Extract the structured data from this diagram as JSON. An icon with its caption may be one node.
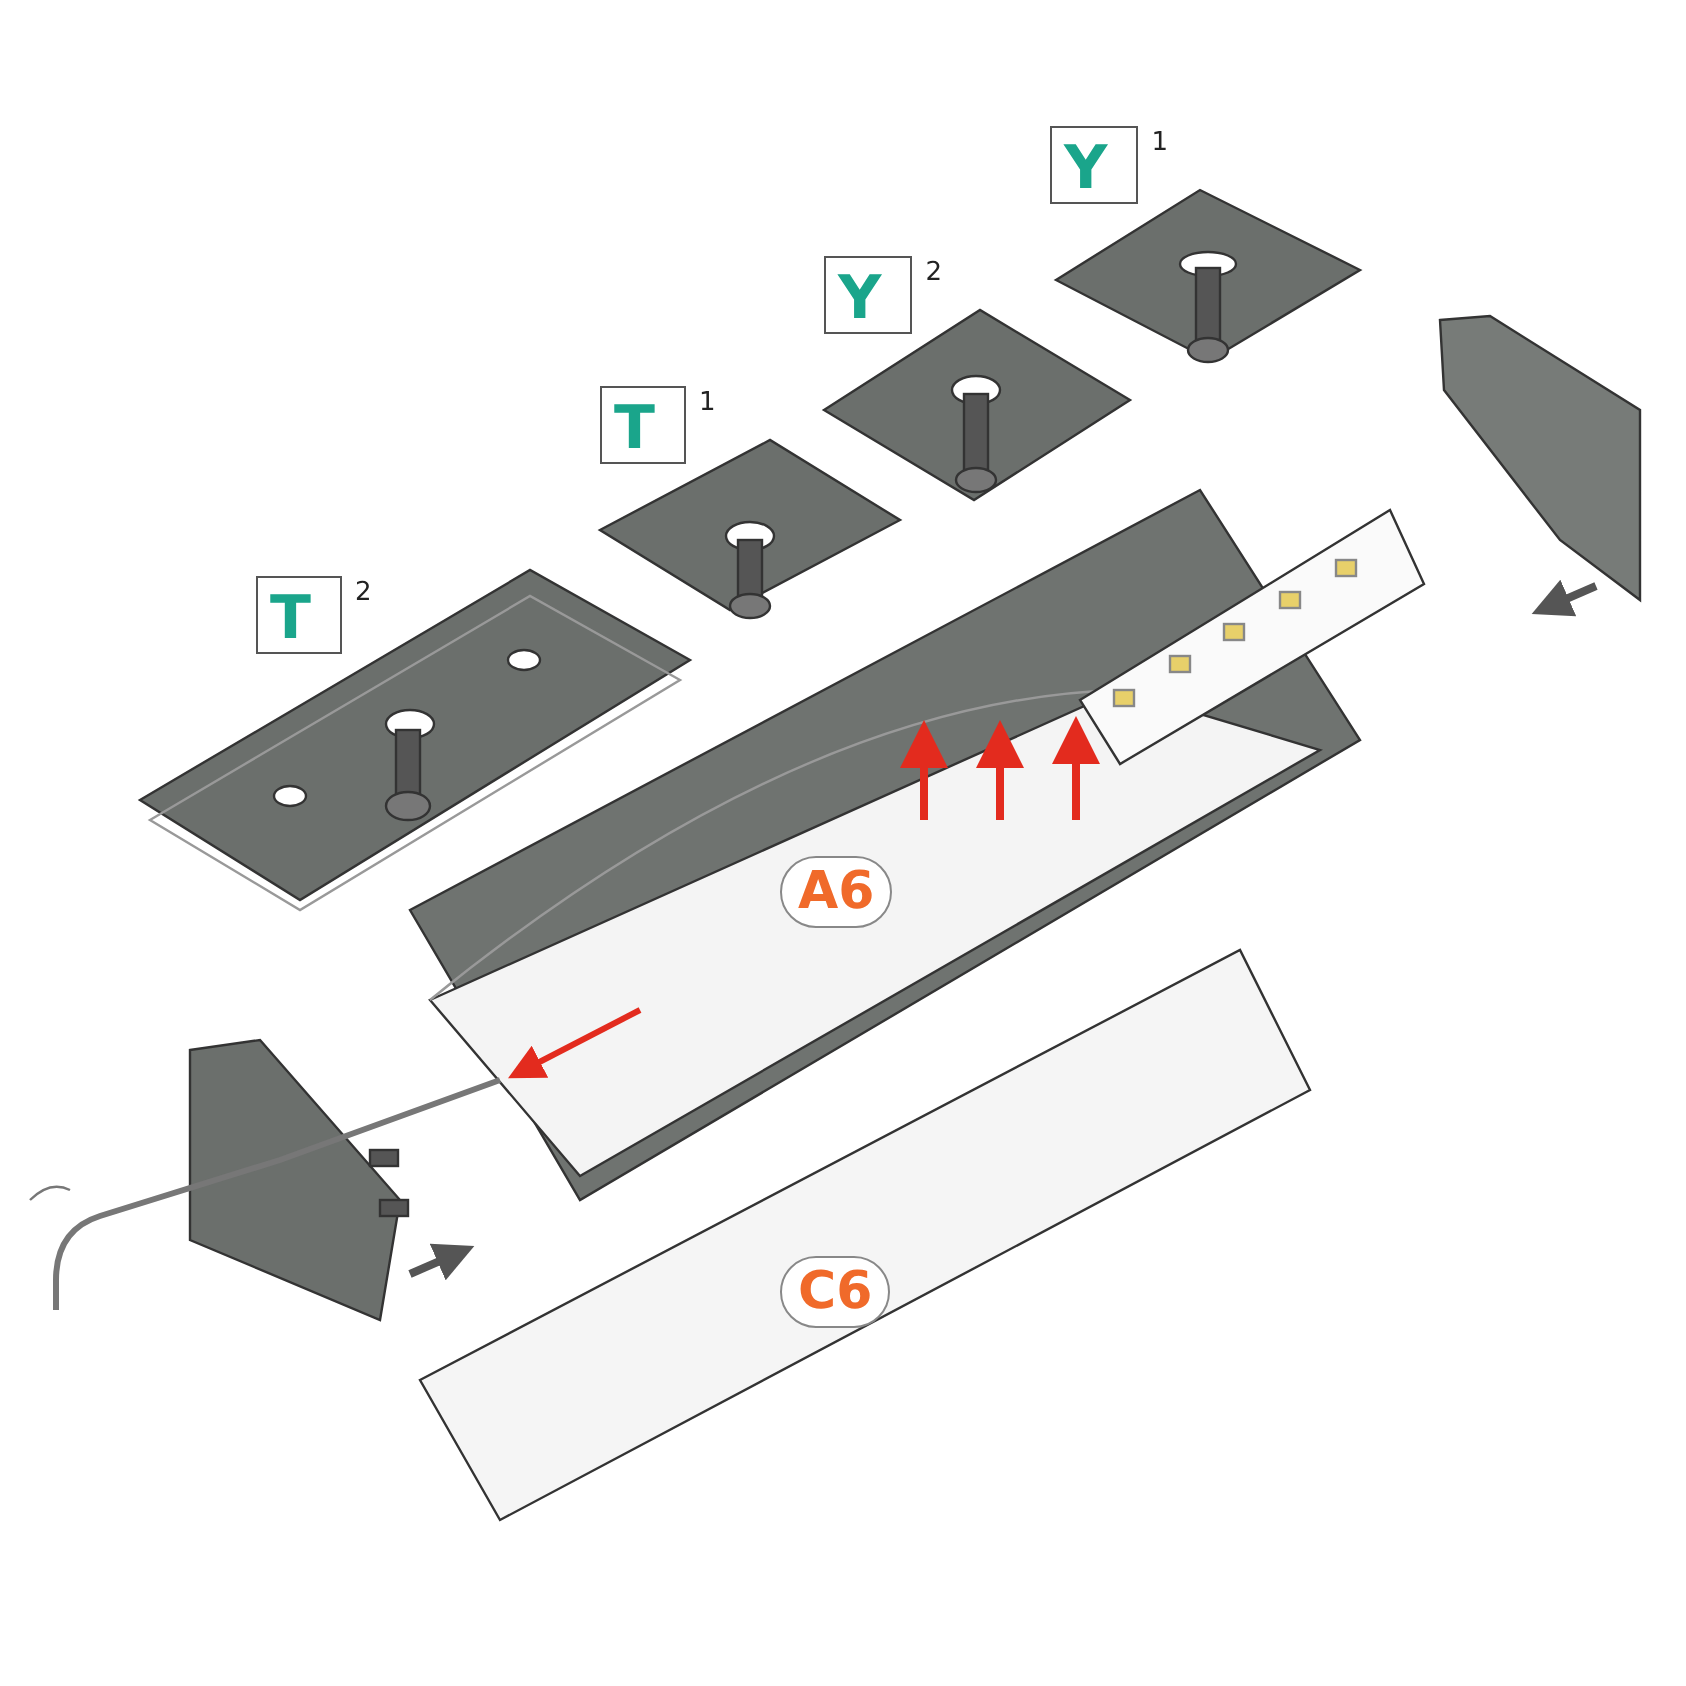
{
  "diagram": {
    "labels": [
      "T$^{2}$",
      "T$^{1}$",
      "Y$^{2}$",
      "Y$^{1}$",
      "A6",
      "C6"
    ]
  }
}
